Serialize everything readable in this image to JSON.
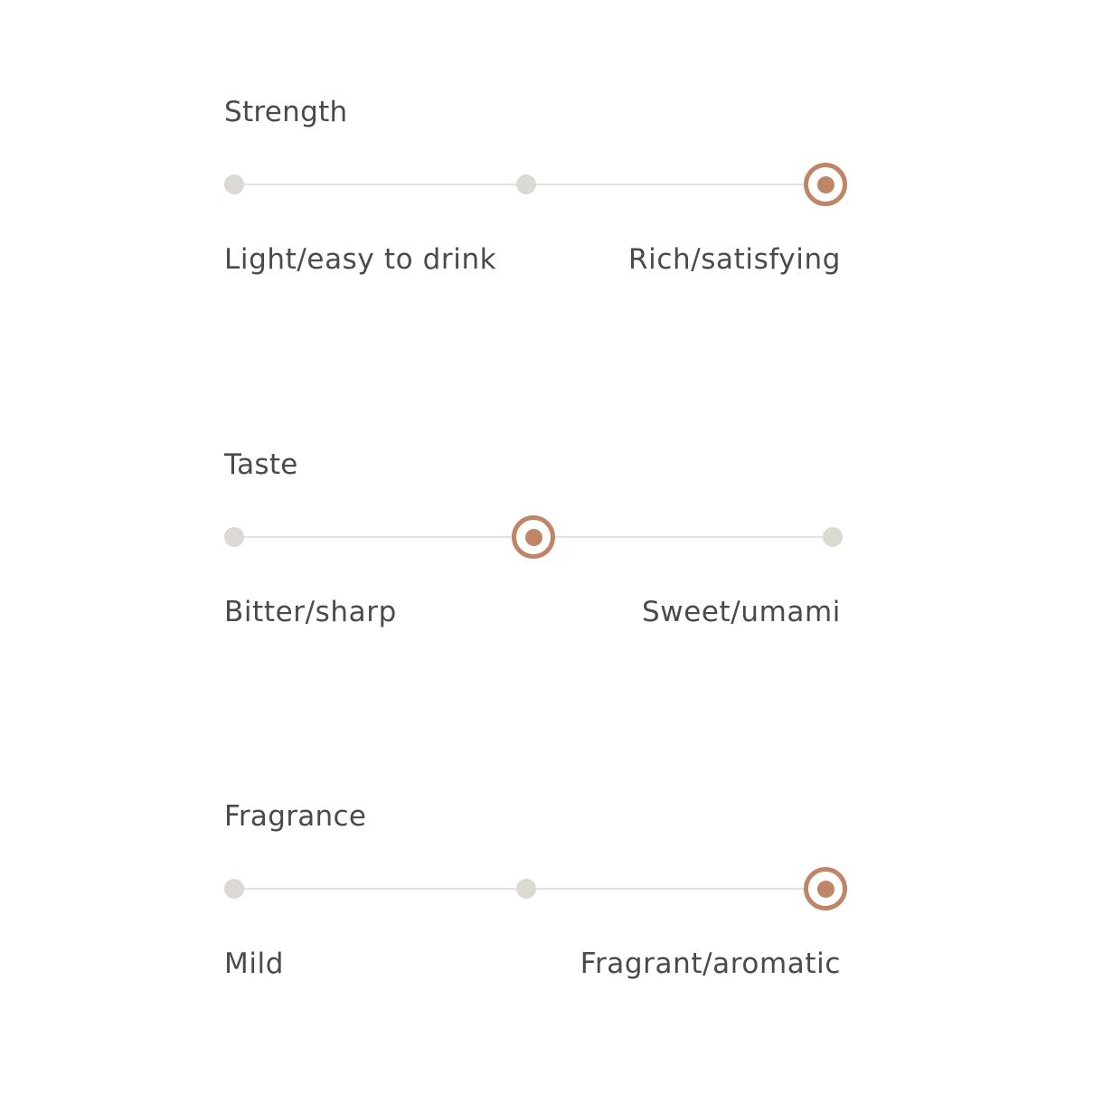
{
  "theme": {
    "accent": "#bf8567",
    "dot_inactive": "#dcd8d2",
    "track": "#e4e1dd",
    "text": "#4a4a4a"
  },
  "scales": [
    {
      "title": "Strength",
      "left_label": "Light/easy to drink",
      "right_label": "Rich/satisfying",
      "steps": 3,
      "selected_index": 2
    },
    {
      "title": "Taste",
      "left_label": "Bitter/sharp",
      "right_label": "Sweet/umami",
      "steps": 3,
      "selected_index": 1
    },
    {
      "title": "Fragrance",
      "left_label": "Mild",
      "right_label": "Fragrant/aromatic",
      "steps": 3,
      "selected_index": 2
    }
  ]
}
